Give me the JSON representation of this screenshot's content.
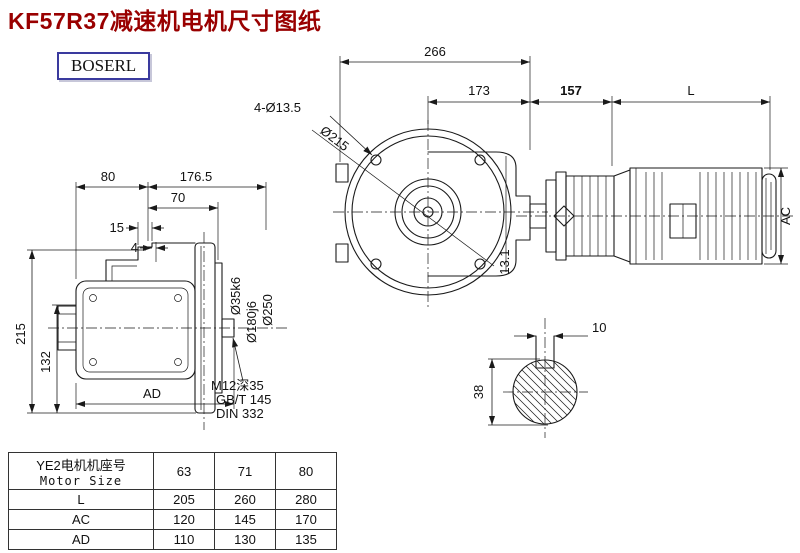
{
  "page": {
    "title": "KF57R37减速机电机尺寸图纸",
    "brand": "BOSERL"
  },
  "colors": {
    "title_red": "#990000",
    "brand_border": "#3a3a9e",
    "line": "#1a1a1a"
  },
  "front_view": {
    "dim_width": "266",
    "dim_flange_offset": "173",
    "bolt_holes": "4-Ø13.5",
    "flange_dia": "Ø215",
    "dim_step": "13.1"
  },
  "side_view": {
    "dim_80": "80",
    "dim_176_5": "176.5",
    "dim_70": "70",
    "dim_15": "15",
    "dim_4": "4",
    "dim_height": "215",
    "dim_132": "132",
    "dim_ad": "AD",
    "shaft_dia": "Ø35k6",
    "spigot_dia": "Ø180j6",
    "flange_dia": "Ø250",
    "tap_note": "M12深35",
    "std_note1": "GB/T 145",
    "std_note2": "DIN 332"
  },
  "motor_view": {
    "dim_157": "157",
    "dim_length": "L",
    "dim_ac": "AC"
  },
  "shaft_section": {
    "key_width": "10",
    "shaft_dia": "38"
  },
  "table": {
    "header_cn": "YE2电机机座号",
    "header_en": "Motor Size",
    "sizes": [
      "63",
      "71",
      "80"
    ],
    "rows": [
      {
        "label": "L",
        "values": [
          "205",
          "260",
          "280"
        ]
      },
      {
        "label": "AC",
        "values": [
          "120",
          "145",
          "170"
        ]
      },
      {
        "label": "AD",
        "values": [
          "110",
          "130",
          "135"
        ]
      }
    ]
  }
}
